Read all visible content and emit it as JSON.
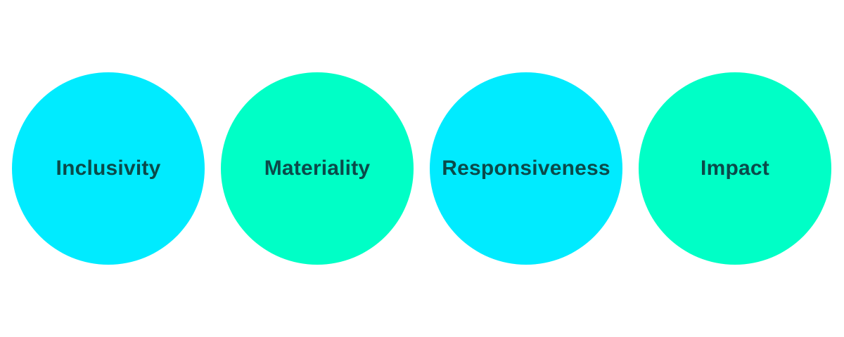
{
  "colors": {
    "cyan": "#00EBFF",
    "green": "#00FFC6",
    "text": "#0B4A4A"
  },
  "circles": [
    {
      "label": "Inclusivity",
      "color": "cyan"
    },
    {
      "label": "Materiality",
      "color": "green"
    },
    {
      "label": "Responsiveness",
      "color": "cyan"
    },
    {
      "label": "Impact",
      "color": "green"
    }
  ]
}
